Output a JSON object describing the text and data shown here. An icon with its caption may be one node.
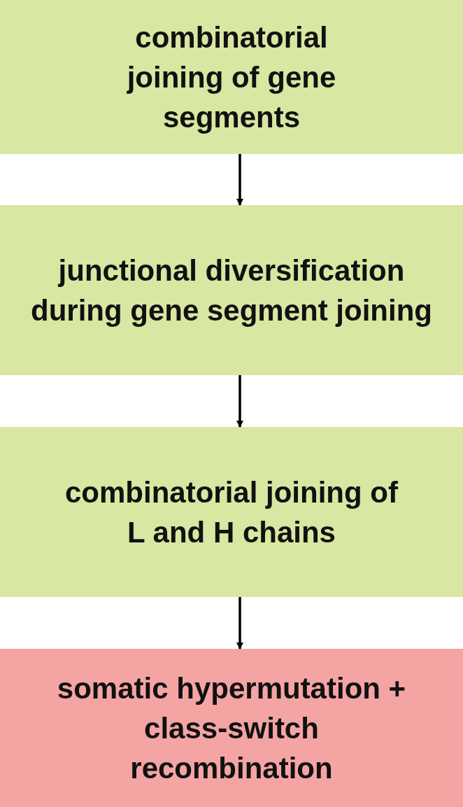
{
  "diagram": {
    "nodes": [
      {
        "text": [
          "combinatorial joining of gene segments"
        ]
      },
      {
        "text": [
          "junctional diversification during gene segment joining"
        ]
      },
      {
        "text": [
          "combinatorial joining of L and H chains"
        ]
      },
      {
        "text": [
          "somatic hypermutation + class-switch recombination"
        ]
      }
    ],
    "edges": [
      {
        "from": 0,
        "to": 1,
        "arrow": "to"
      },
      {
        "from": 1,
        "to": 2,
        "arrow": "to"
      },
      {
        "from": 2,
        "to": 3,
        "arrow": "to"
      }
    ]
  }
}
